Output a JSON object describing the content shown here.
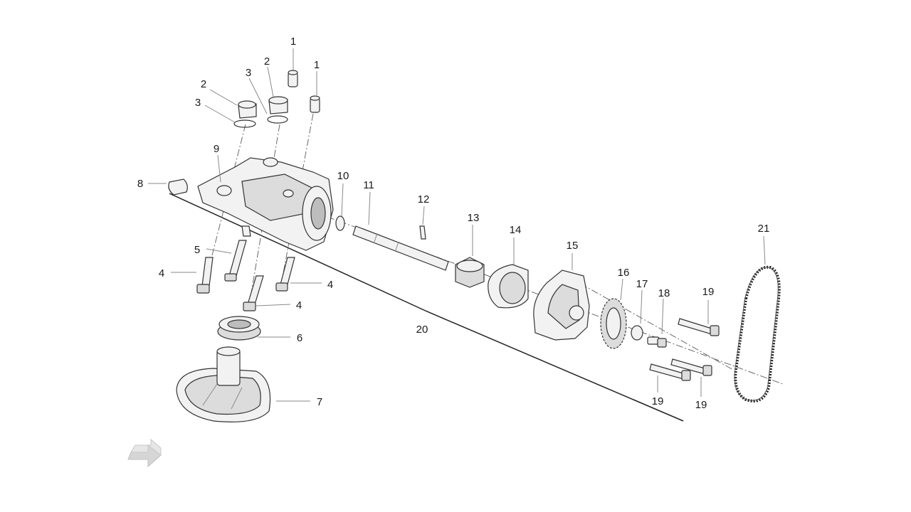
{
  "callouts": {
    "c1a": "1",
    "c1b": "1",
    "c2a": "2",
    "c2b": "2",
    "c3a": "3",
    "c3b": "3",
    "c4a": "4",
    "c4b": "4",
    "c4c": "4",
    "c5": "5",
    "c6": "6",
    "c7": "7",
    "c8": "8",
    "c9": "9",
    "c10": "10",
    "c11": "11",
    "c12": "12",
    "c13": "13",
    "c14": "14",
    "c15": "15",
    "c16": "16",
    "c17": "17",
    "c18": "18",
    "c19a": "19",
    "c19b": "19",
    "c19c": "19",
    "c20": "20",
    "c21": "21"
  },
  "icons": {
    "nav_arrow": "back-arrow-icon"
  },
  "colors": {
    "line": "#333333",
    "fill": "#f2f2f2",
    "shade": "#bdbdbd"
  }
}
